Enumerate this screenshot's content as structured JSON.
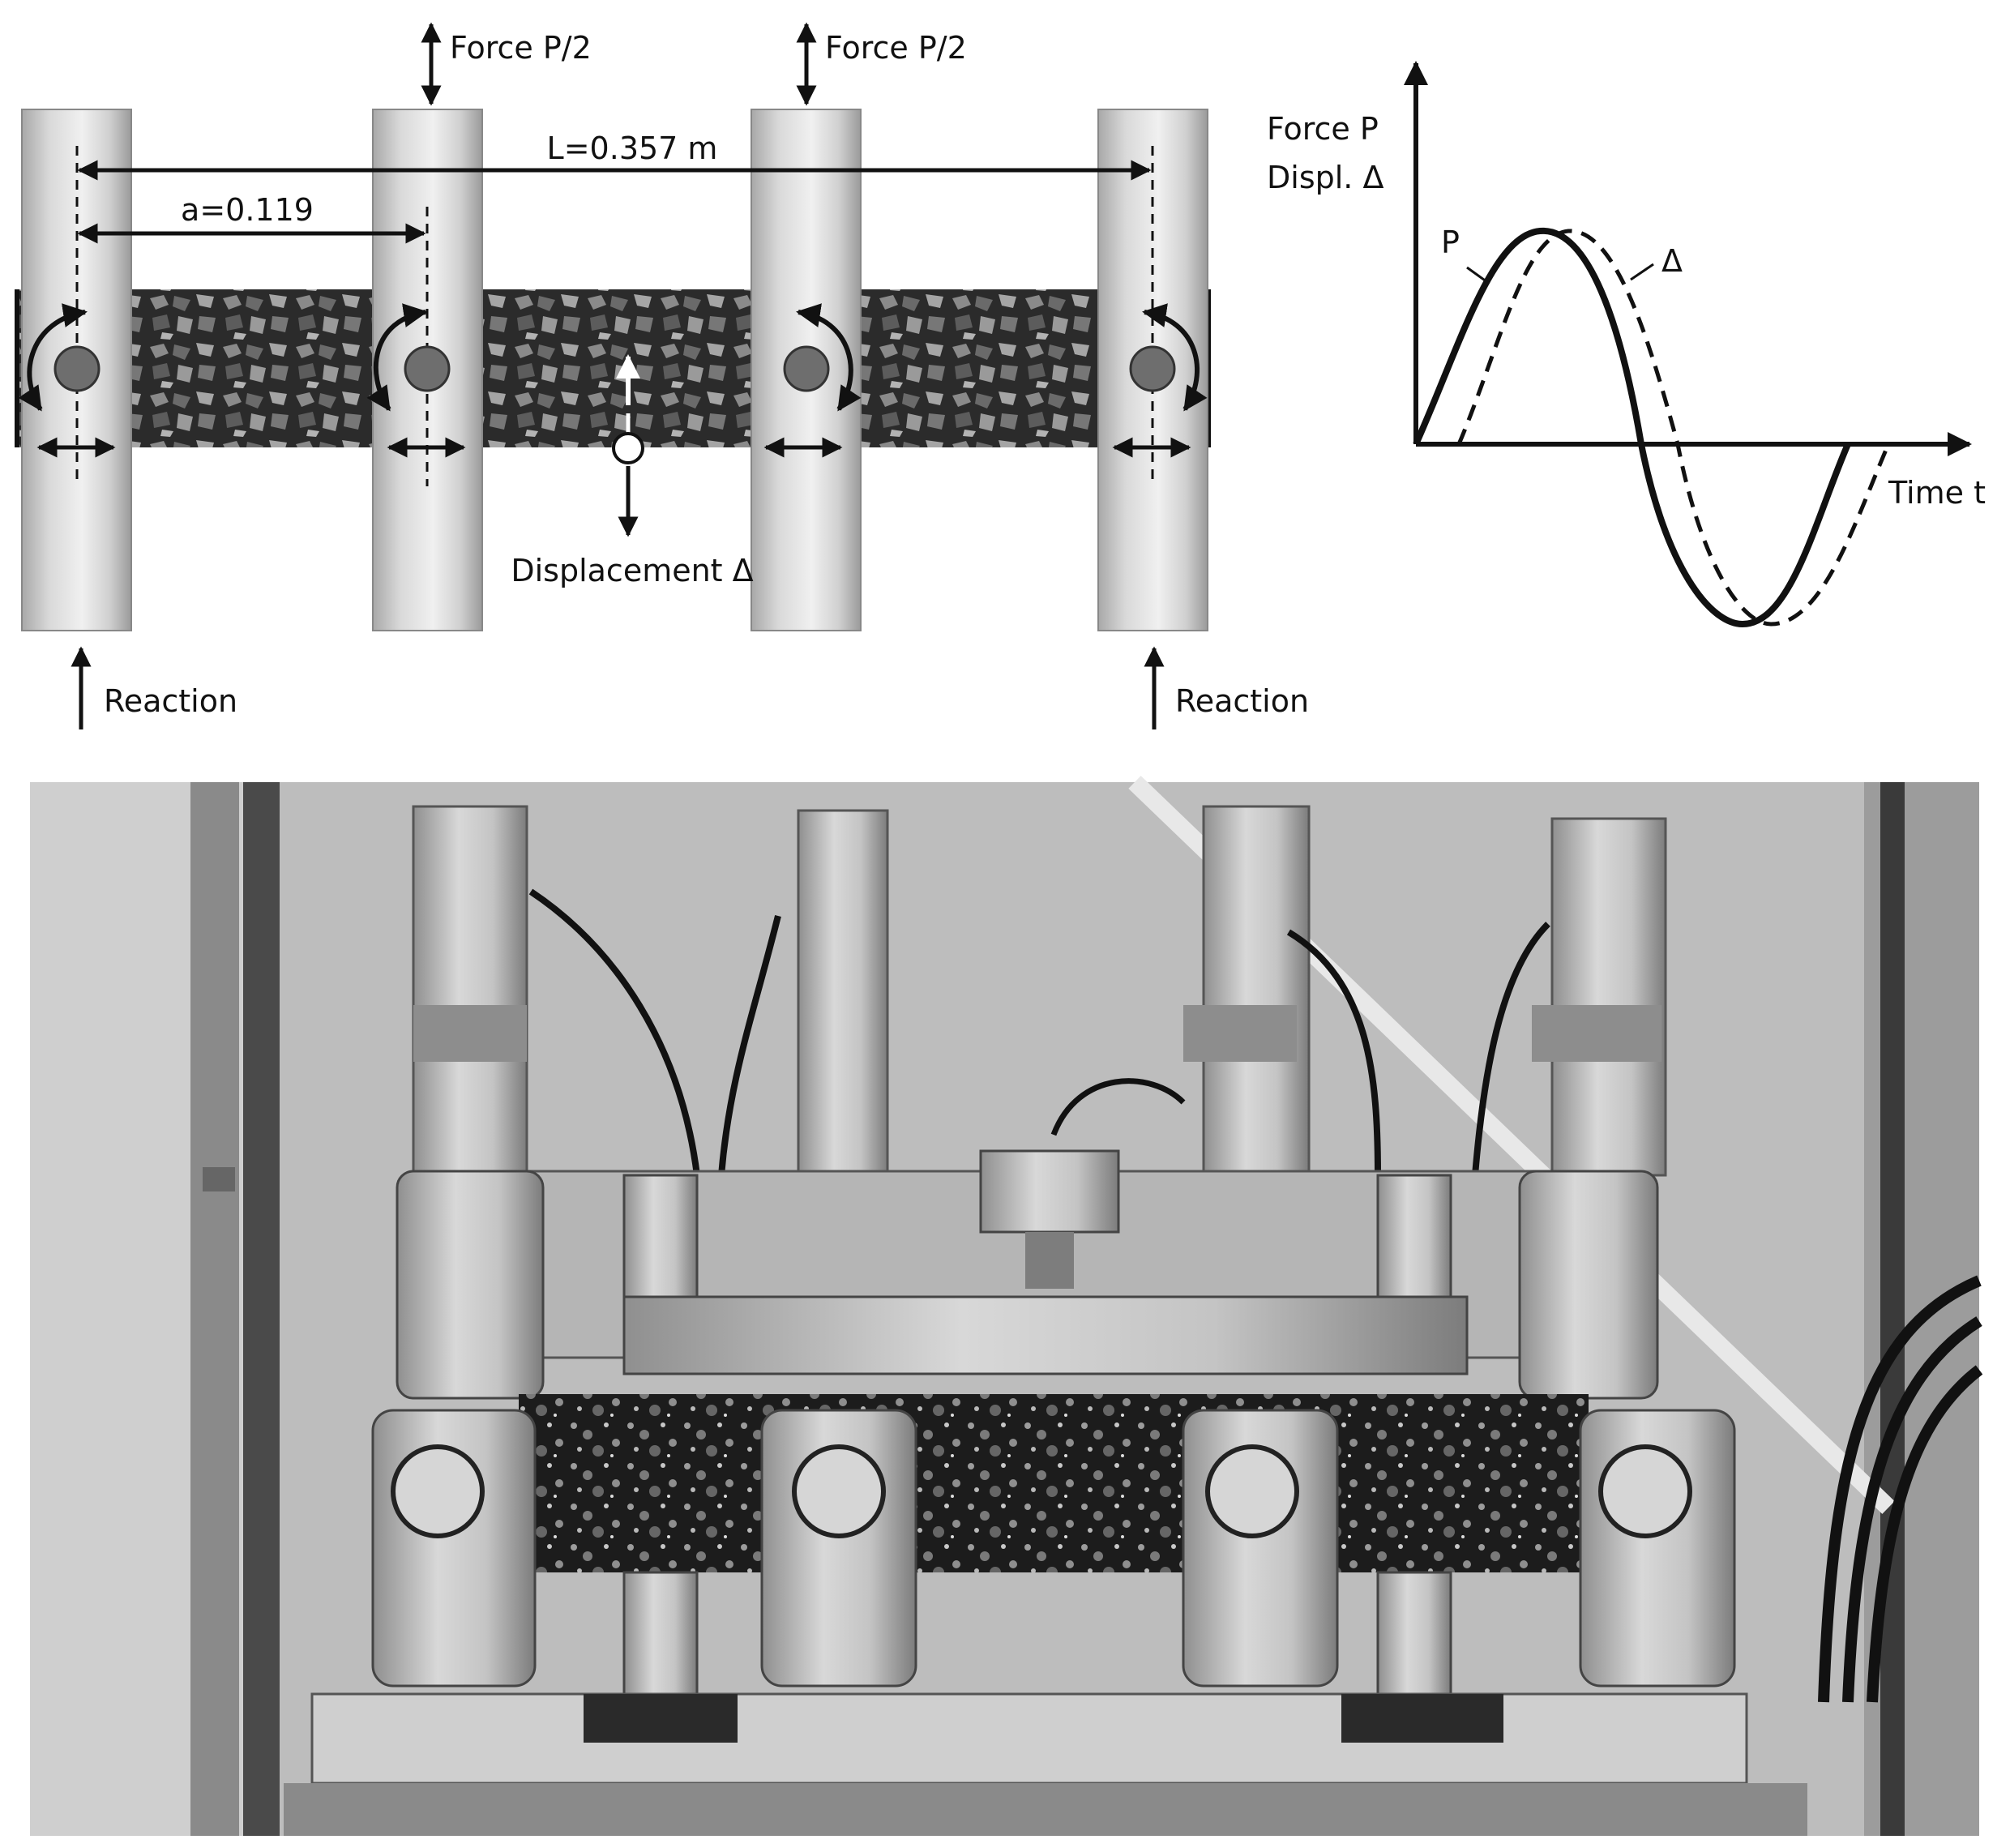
{
  "schematic": {
    "force_labels": [
      "Force P/2",
      "Force P/2"
    ],
    "span_label": "L=0.357 m",
    "shear_span_label": "a=0.119",
    "displacement_label": "Displacement Δ",
    "reaction_labels": [
      "Reaction",
      "Reaction"
    ]
  },
  "graph": {
    "y_label_line1": "Force P",
    "y_label_line2": "Displ. Δ",
    "x_label": "Time t",
    "curve_p_label": "P",
    "curve_delta_label": "Δ"
  },
  "colors": {
    "ink": "#111111",
    "clamp_metal": "#c9c9c9",
    "specimen": "#3a3a3a",
    "pin": "#6e6e6e",
    "photo_background": "#bdbdbd"
  }
}
